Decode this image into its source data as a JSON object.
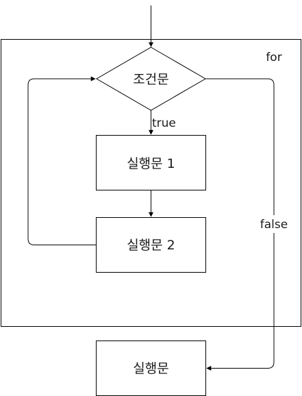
{
  "diagram": {
    "loop_label": "for",
    "condition": "조건문",
    "true_label": "true",
    "false_label": "false",
    "statement_1": "실행문 1",
    "statement_2": "실행문 2",
    "statement_after": "실행문"
  },
  "colors": {
    "stroke": "#000000",
    "background": "#ffffff",
    "text": "#1a1a1a"
  }
}
